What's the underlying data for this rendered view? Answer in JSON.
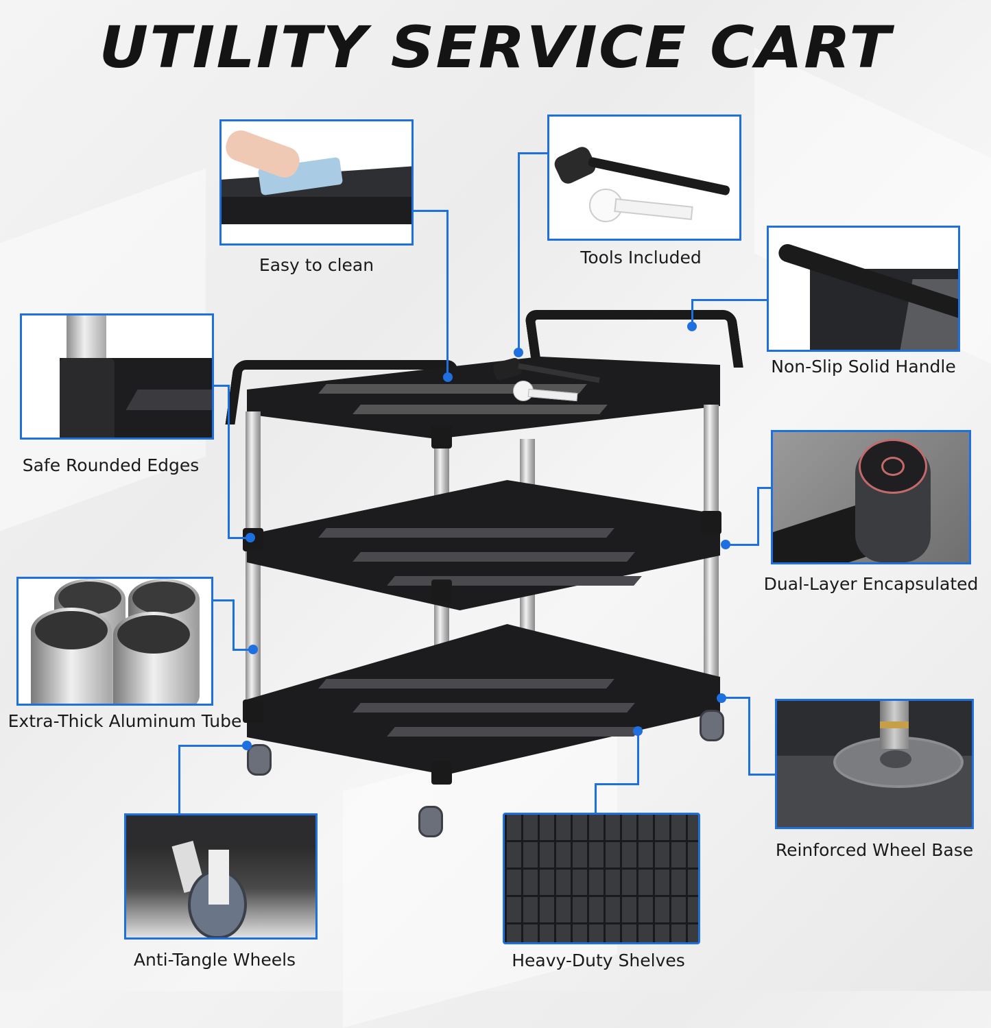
{
  "title": "UTILITY SERVICE CART",
  "accent_color": "#1e6fe0",
  "features": [
    {
      "id": "easy-to-clean",
      "label": "Easy to clean"
    },
    {
      "id": "tools-included",
      "label": "Tools Included"
    },
    {
      "id": "non-slip-solid-handle",
      "label": "Non-Slip Solid Handle"
    },
    {
      "id": "safe-rounded-edges",
      "label": "Safe Rounded Edges"
    },
    {
      "id": "dual-layer-encapsulated",
      "label": "Dual-Layer Encapsulated"
    },
    {
      "id": "extra-thick-aluminum-tube",
      "label": "Extra-Thick Aluminum Tube"
    },
    {
      "id": "reinforced-wheel-base",
      "label": "Reinforced Wheel Base"
    },
    {
      "id": "anti-tangle-wheels",
      "label": "Anti-Tangle Wheels"
    },
    {
      "id": "heavy-duty-shelves",
      "label": "Heavy-Duty Shelves"
    }
  ]
}
